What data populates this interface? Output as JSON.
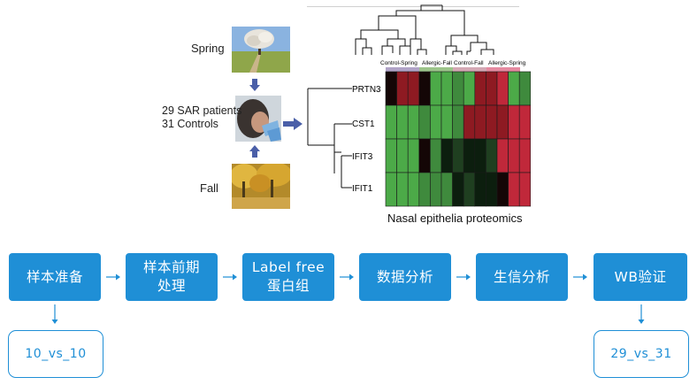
{
  "figure": {
    "seasons": {
      "spring": "Spring",
      "fall": "Fall"
    },
    "patients": {
      "line1": "29 SAR patients",
      "line2": "31 Controls"
    },
    "heatmap": {
      "caption": "Nasal epithelia proteomics",
      "genes": [
        "PRTN3",
        "CST1",
        "IFIT3",
        "IFIT1"
      ],
      "groups": [
        "Control-Spring",
        "Allergic-Fall",
        "Control-Fall",
        "Allergic-Spring"
      ]
    }
  },
  "workflow": {
    "steps": [
      "样本准备",
      "样本前期\n处理",
      "Label free\n蛋白组",
      "数据分析",
      "生信分析",
      "WB验证"
    ],
    "outputs": {
      "left": "10_vs_10",
      "right": "29_vs_31"
    }
  },
  "colors": {
    "accent": "#1f8fd6",
    "arrow": "#4a5fa8"
  },
  "icons": [
    "arrow-down-icon",
    "arrow-right-icon"
  ]
}
